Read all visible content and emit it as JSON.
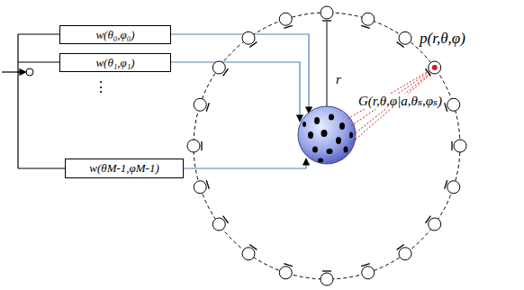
{
  "diagram": {
    "nodes": [
      {
        "text": [
          "w(θ₀,φ₀)"
        ]
      },
      {
        "text": [
          "w(θ₁,φ₁)"
        ]
      },
      {
        "text": [
          "w(θM-1,φM-1)"
        ]
      }
    ],
    "labels": [
      "⋮",
      "r",
      "p(r,θ,φ)",
      "G(r,θ,φ|a,θₛ,φₛ)"
    ]
  }
}
